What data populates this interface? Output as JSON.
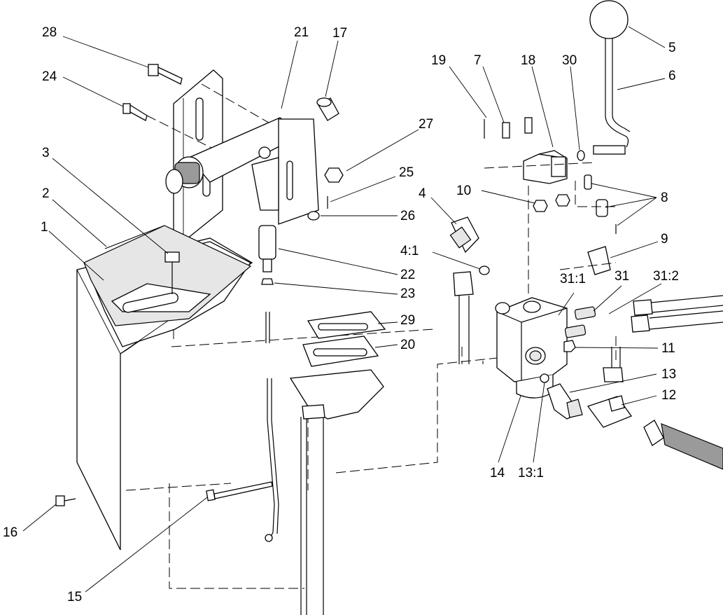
{
  "callouts": [
    {
      "id": "c28",
      "text": "28"
    },
    {
      "id": "c24",
      "text": "24"
    },
    {
      "id": "c21",
      "text": "21"
    },
    {
      "id": "c17",
      "text": "17"
    },
    {
      "id": "c27",
      "text": "27"
    },
    {
      "id": "c25",
      "text": "25"
    },
    {
      "id": "c26",
      "text": "26"
    },
    {
      "id": "c3",
      "text": "3"
    },
    {
      "id": "c2",
      "text": "2"
    },
    {
      "id": "c1",
      "text": "1"
    },
    {
      "id": "c22",
      "text": "22"
    },
    {
      "id": "c23",
      "text": "23"
    },
    {
      "id": "c29",
      "text": "29"
    },
    {
      "id": "c20",
      "text": "20"
    },
    {
      "id": "c15",
      "text": "15"
    },
    {
      "id": "c16",
      "text": "16"
    },
    {
      "id": "c19",
      "text": "19"
    },
    {
      "id": "c7",
      "text": "7"
    },
    {
      "id": "c18",
      "text": "18"
    },
    {
      "id": "c30",
      "text": "30"
    },
    {
      "id": "c5",
      "text": "5"
    },
    {
      "id": "c6",
      "text": "6"
    },
    {
      "id": "c10",
      "text": "10"
    },
    {
      "id": "c8",
      "text": "8"
    },
    {
      "id": "c4",
      "text": "4"
    },
    {
      "id": "c9",
      "text": "9"
    },
    {
      "id": "c4_1",
      "text": "4:1"
    },
    {
      "id": "c31_1",
      "text": "31:1"
    },
    {
      "id": "c31",
      "text": "31"
    },
    {
      "id": "c31_2",
      "text": "31:2"
    },
    {
      "id": "c11",
      "text": "11"
    },
    {
      "id": "c13",
      "text": "13"
    },
    {
      "id": "c12",
      "text": "12"
    },
    {
      "id": "c14",
      "text": "14"
    },
    {
      "id": "c13_1",
      "text": "13:1"
    }
  ]
}
